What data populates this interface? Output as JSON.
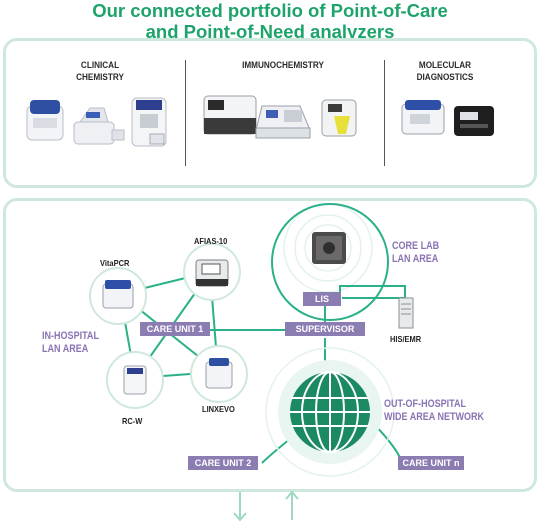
{
  "title": {
    "line1": "Our connected portfolio of Point-of-Care",
    "line2": "and Point-of-Need analyzers"
  },
  "portfolio": {
    "categories": [
      {
        "line1": "CLINICAL",
        "line2": "CHEMISTRY"
      },
      {
        "line1": "IMMUNOCHEMISTRY",
        "line2": ""
      },
      {
        "line1": "MOLECULAR",
        "line2": "DIAGNOSTICS"
      }
    ]
  },
  "network": {
    "devices": {
      "afias": "AFIAS-10",
      "vitapcr": "VitaPCR",
      "rcw": "RC-W",
      "linxevo": "LINXEVO"
    },
    "areas": {
      "in_hospital": {
        "line1": "IN-HOSPITAL",
        "line2": "LAN AREA"
      },
      "core_lab": {
        "line1": "CORE LAB",
        "line2": "LAN AREA"
      },
      "out_of_hospital": {
        "line1": "OUT-OF-HOSPITAL",
        "line2": "WIDE AREA NETWORK"
      }
    },
    "boxes": {
      "care_unit_1": "CARE UNIT 1",
      "supervisor": "SUPERVISOR",
      "lis": "LIS",
      "care_unit_2": "CARE UNIT 2",
      "care_unit_n": "CARE UNIT n"
    },
    "his_emr": "HIS/EMR"
  },
  "colors": {
    "title_green": "#1ea36b",
    "teal": "#2bb08a",
    "purple": "#8b7cb2",
    "panel_border": "#cfe8dd"
  }
}
